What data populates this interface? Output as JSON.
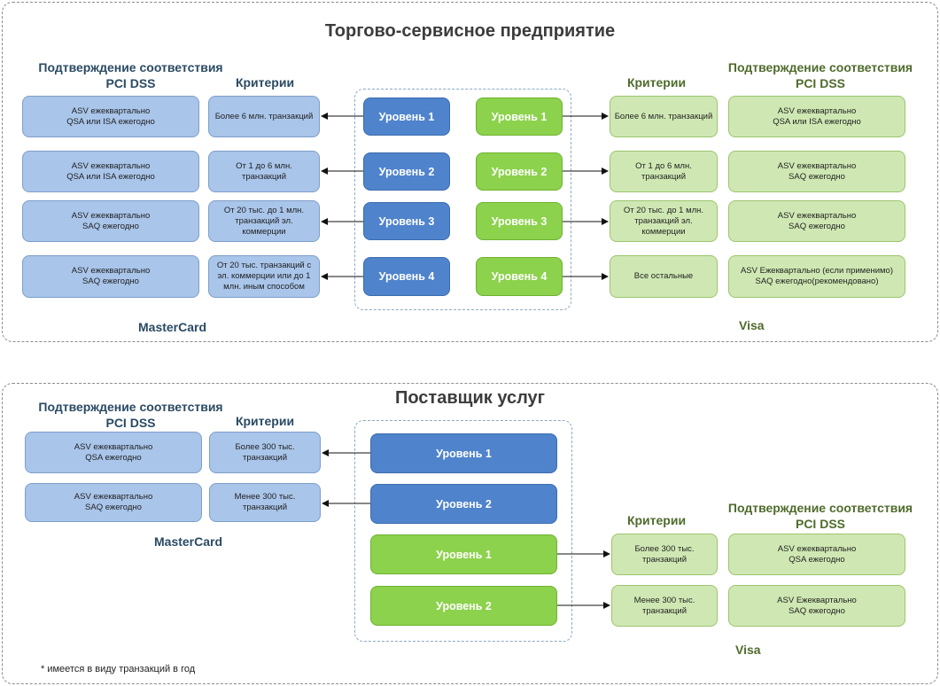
{
  "merchant": {
    "title": "Торгово-сервисное предприятие",
    "mastercard": {
      "brand": "MasterCard",
      "compliance_header_line1": "Подтверждение соответствия",
      "compliance_header_line2": "PCI DSS",
      "criteria_header": "Критерии",
      "levels": [
        "Уровень 1",
        "Уровень 2",
        "Уровень 3",
        "Уровень 4"
      ],
      "criteria": [
        "Более 6 млн. транзакций",
        "От 1 до 6 млн. транзакций",
        "От 20 тыс. до 1 млн. транзакций эл. коммерции",
        "От 20 тыс. транзакций с эл. коммерции или до 1 млн. иным способом"
      ],
      "compliance": [
        [
          "ASV ежеквартально",
          "QSA или ISA ежегодно"
        ],
        [
          "ASV ежеквартально",
          "QSA или ISA ежегодно"
        ],
        [
          "ASV ежеквартально",
          "SAQ ежегодно"
        ],
        [
          "ASV ежеквартально",
          "SAQ ежегодно"
        ]
      ]
    },
    "visa": {
      "brand": "Visa",
      "compliance_header_line1": "Подтверждение соответствия",
      "compliance_header_line2": "PCI DSS",
      "criteria_header": "Критерии",
      "levels": [
        "Уровень 1",
        "Уровень 2",
        "Уровень 3",
        "Уровень 4"
      ],
      "criteria": [
        "Более 6 млн. транзакций",
        "От 1 до 6 млн. транзакций",
        "От 20 тыс. до 1 млн. транзакций эл. коммерции",
        "Все остальные"
      ],
      "compliance": [
        [
          "ASV ежеквартально",
          "QSA или ISA ежегодно"
        ],
        [
          "ASV ежеквартально",
          "SAQ ежегодно"
        ],
        [
          "ASV ежеквартально",
          "SAQ ежегодно"
        ],
        [
          "ASV Ежеквартально (если применимо)",
          "SAQ ежегодно(рекомендовано)"
        ]
      ]
    }
  },
  "provider": {
    "title": "Поставщик услуг",
    "mastercard": {
      "brand": "MasterCard",
      "compliance_header_line1": "Подтверждение соответствия",
      "compliance_header_line2": "PCI DSS",
      "criteria_header": "Критерии",
      "levels": [
        "Уровень 1",
        "Уровень 2"
      ],
      "criteria": [
        "Более 300 тыс. транзакций",
        "Менее 300 тыс. транзакций"
      ],
      "compliance": [
        [
          "ASV ежеквартально",
          "QSA ежегодно"
        ],
        [
          "ASV ежеквартально",
          "SAQ  ежегодно"
        ]
      ]
    },
    "visa": {
      "brand": "Visa",
      "compliance_header_line1": "Подтверждение соответствия",
      "compliance_header_line2": "PCI DSS",
      "criteria_header": "Критерии",
      "levels": [
        "Уровень 1",
        "Уровень 2"
      ],
      "criteria": [
        "Более 300 тыс. транзакций",
        "Менее 300 тыс. транзакций"
      ],
      "compliance": [
        [
          "ASV ежеквартально",
          "QSA ежегодно"
        ],
        [
          "ASV Ежеквартально",
          "SAQ ежегодно"
        ]
      ]
    }
  },
  "footnote": "* имеется в виду транзакций в год",
  "colors": {
    "mastercard_box": "#a9c5ea",
    "mastercard_level": "#4f83cc",
    "visa_box": "#cfe8b3",
    "visa_level": "#8cd24c"
  }
}
